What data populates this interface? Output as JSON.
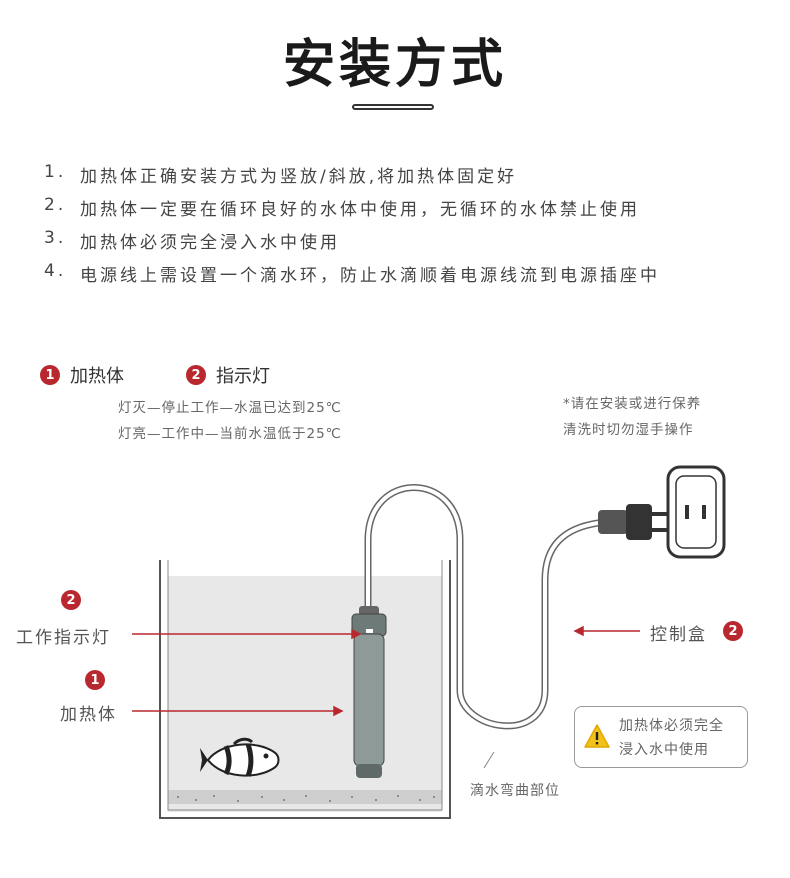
{
  "title": "安装方式",
  "steps": [
    {
      "num": "1.",
      "text": "加热体正确安装方式为竖放/斜放,将加热体固定好"
    },
    {
      "num": "2.",
      "text": "加热体一定要在循环良好的水体中使用，无循环的水体禁止使用"
    },
    {
      "num": "3.",
      "text": "加热体必须完全浸入水中使用"
    },
    {
      "num": "4.",
      "text": "电源线上需设置一个滴水环，防止水滴顺着电源线流到电源插座中"
    }
  ],
  "legend": [
    {
      "num": "1",
      "label": "加热体"
    },
    {
      "num": "2",
      "label": "指示灯"
    }
  ],
  "indicator_notes": [
    "灯灭—停止工作—水温已达到25℃",
    "灯亮—工作中—当前水温低于25℃"
  ],
  "safety_note": [
    "*请在安装或进行保养",
    "清洗时切勿湿手操作"
  ],
  "callouts": {
    "indicator": {
      "num": "2",
      "label": "工作指示灯"
    },
    "heater": {
      "num": "1",
      "label": "加热体"
    },
    "control_box": {
      "num": "2",
      "label": "控制盒"
    },
    "drip_loop": {
      "label": "滴水弯曲部位"
    }
  },
  "warning": {
    "text": [
      "加热体必须完全",
      "浸入水中使用"
    ],
    "icon": "warning-icon"
  },
  "colors": {
    "accent": "#b8282e",
    "water": "#e8e8e8",
    "heater": "#8e9a97"
  }
}
